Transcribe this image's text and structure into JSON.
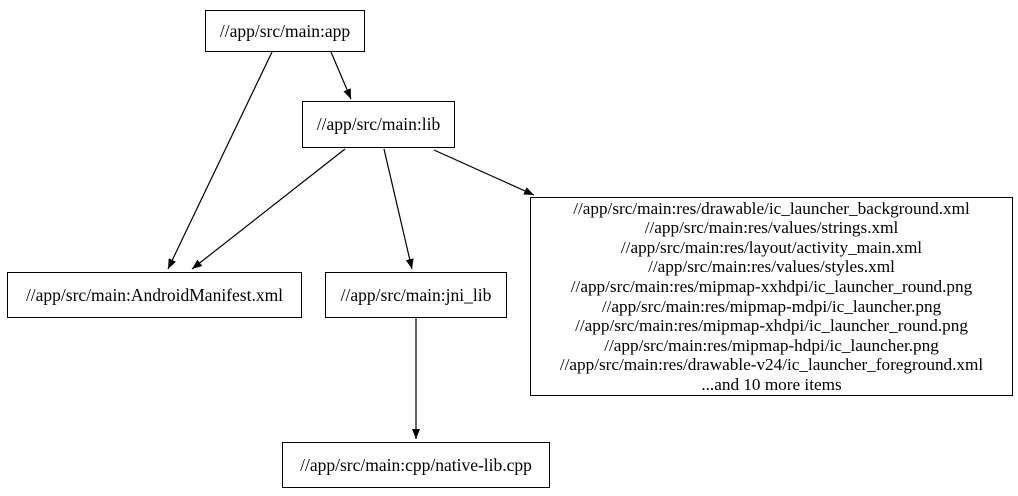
{
  "graph": {
    "background_color": "#ffffff",
    "node_border_color": "#000000",
    "text_color": "#000000",
    "nodes": {
      "app": {
        "label": "//app/src/main:app"
      },
      "lib": {
        "label": "//app/src/main:lib"
      },
      "android_manifest": {
        "label": "//app/src/main:AndroidManifest.xml"
      },
      "jni_lib": {
        "label": "//app/src/main:jni_lib"
      },
      "native_lib": {
        "label": "//app/src/main:cpp/native-lib.cpp"
      },
      "resources": {
        "lines": [
          "//app/src/main:res/drawable/ic_launcher_background.xml",
          "//app/src/main:res/values/strings.xml",
          "//app/src/main:res/layout/activity_main.xml",
          "//app/src/main:res/values/styles.xml",
          "//app/src/main:res/mipmap-xxhdpi/ic_launcher_round.png",
          "//app/src/main:res/mipmap-mdpi/ic_launcher.png",
          "//app/src/main:res/mipmap-xhdpi/ic_launcher_round.png",
          "//app/src/main:res/mipmap-hdpi/ic_launcher.png",
          "//app/src/main:res/drawable-v24/ic_launcher_foreground.xml",
          "...and 10 more items"
        ]
      }
    },
    "edges": [
      {
        "from": "app",
        "to": "android_manifest"
      },
      {
        "from": "app",
        "to": "lib"
      },
      {
        "from": "lib",
        "to": "android_manifest"
      },
      {
        "from": "lib",
        "to": "jni_lib"
      },
      {
        "from": "lib",
        "to": "resources"
      },
      {
        "from": "jni_lib",
        "to": "native_lib"
      }
    ]
  }
}
